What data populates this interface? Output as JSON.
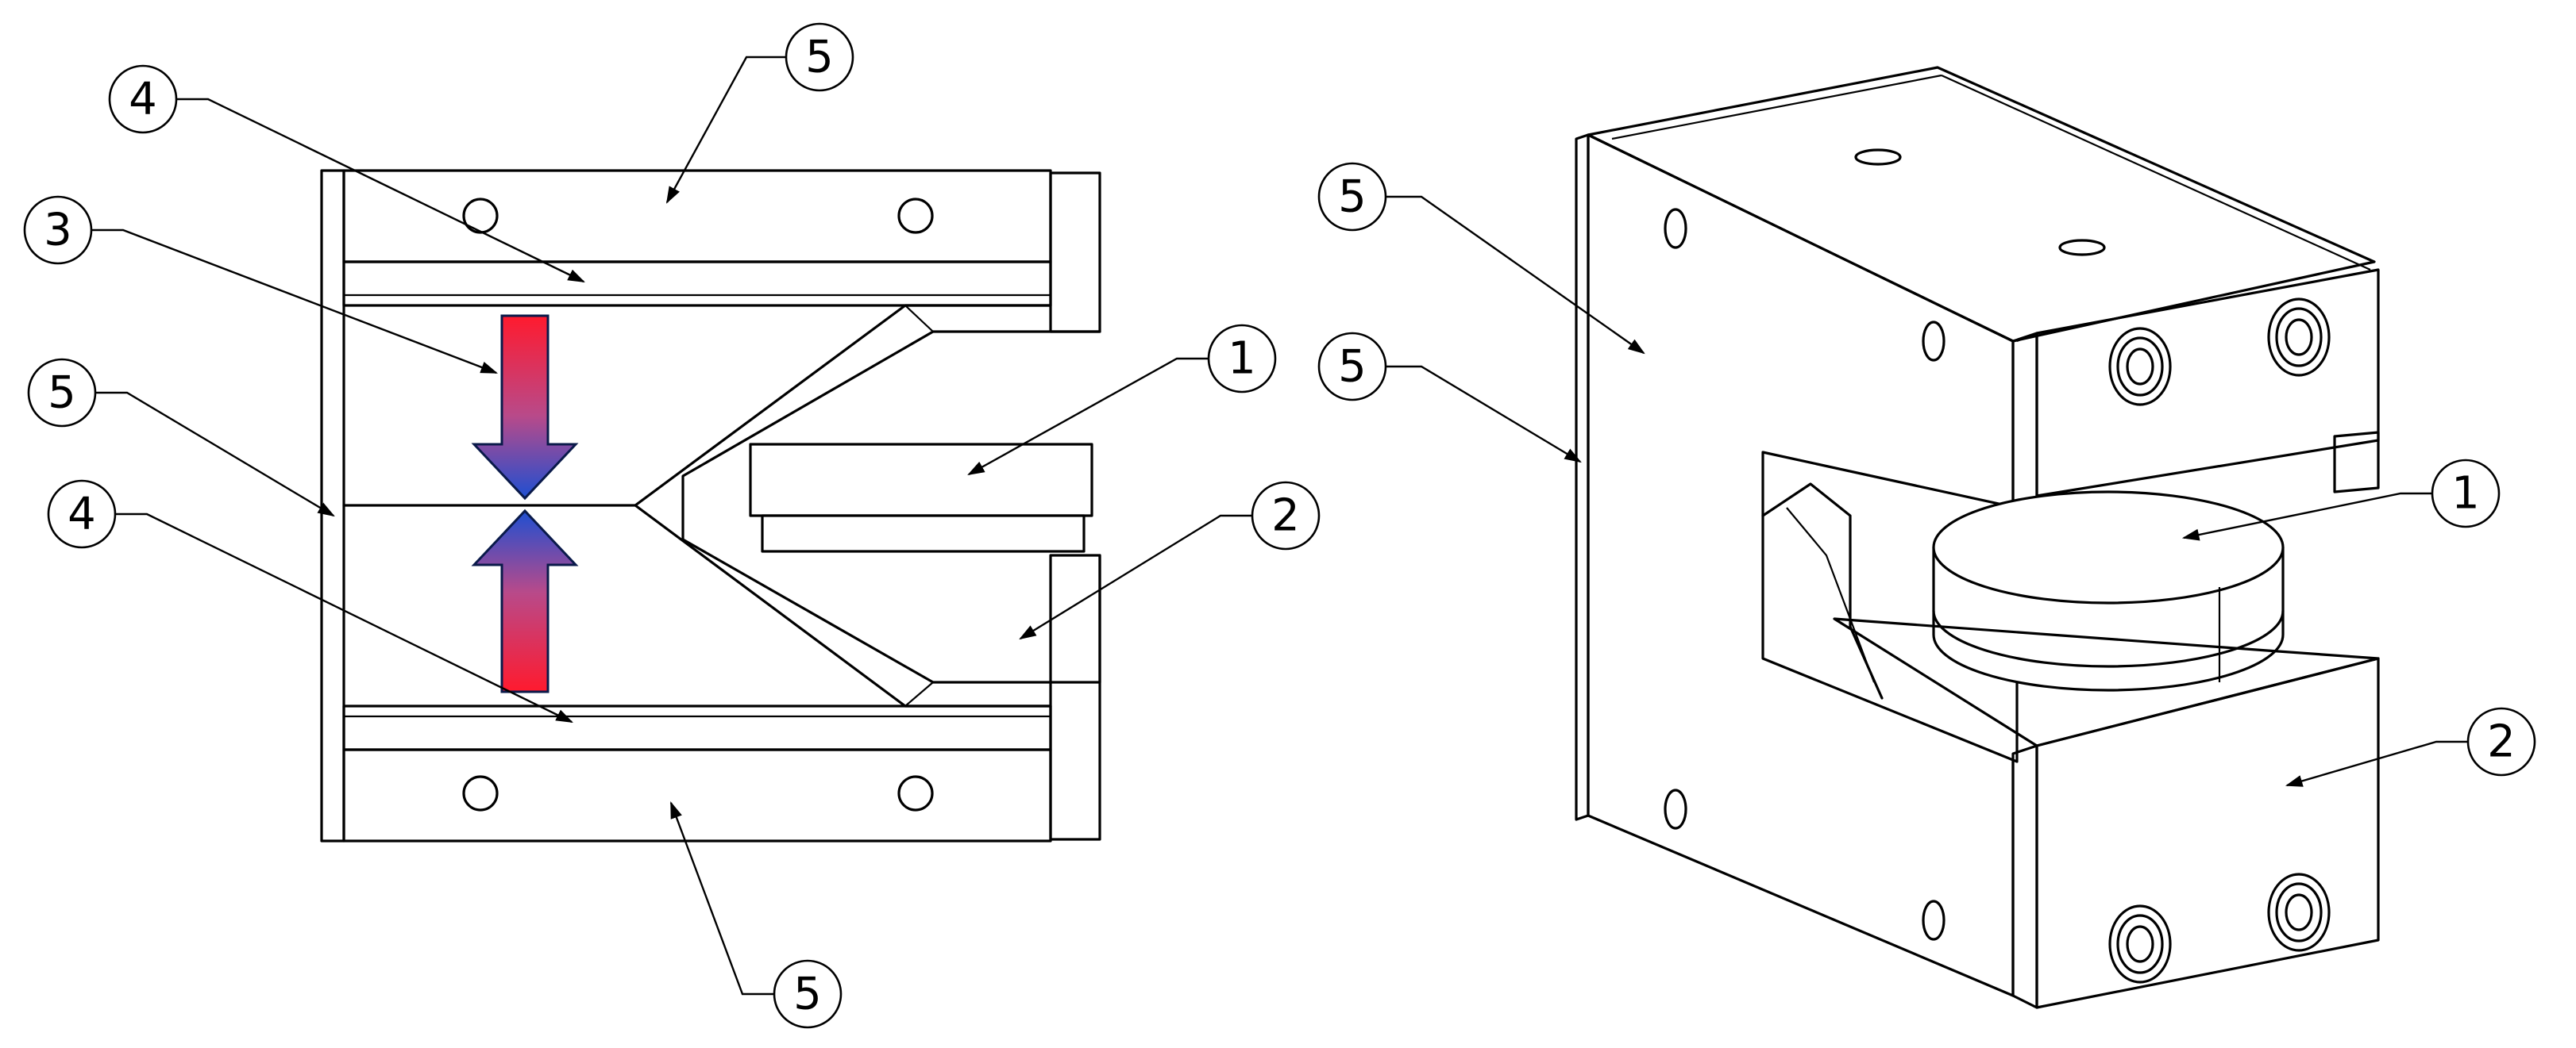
{
  "labels": {
    "left": [
      {
        "id": "L5-top",
        "text": "5"
      },
      {
        "id": "L4-top",
        "text": "4"
      },
      {
        "id": "L3",
        "text": "3"
      },
      {
        "id": "L5-left",
        "text": "5"
      },
      {
        "id": "L4-mid",
        "text": "4"
      },
      {
        "id": "L1",
        "text": "1"
      },
      {
        "id": "L2",
        "text": "2"
      },
      {
        "id": "L5-bottom",
        "text": "5"
      }
    ],
    "right": [
      {
        "id": "R5-a",
        "text": "5"
      },
      {
        "id": "R5-b",
        "text": "5"
      },
      {
        "id": "R1",
        "text": "1"
      },
      {
        "id": "R2",
        "text": "2"
      }
    ]
  },
  "colors": {
    "arrow_top": "#ff1a2e",
    "arrow_mid": "#b84a8a",
    "arrow_bottom": "#1f4fd1",
    "arrow_outline": "#0a1a4a"
  }
}
